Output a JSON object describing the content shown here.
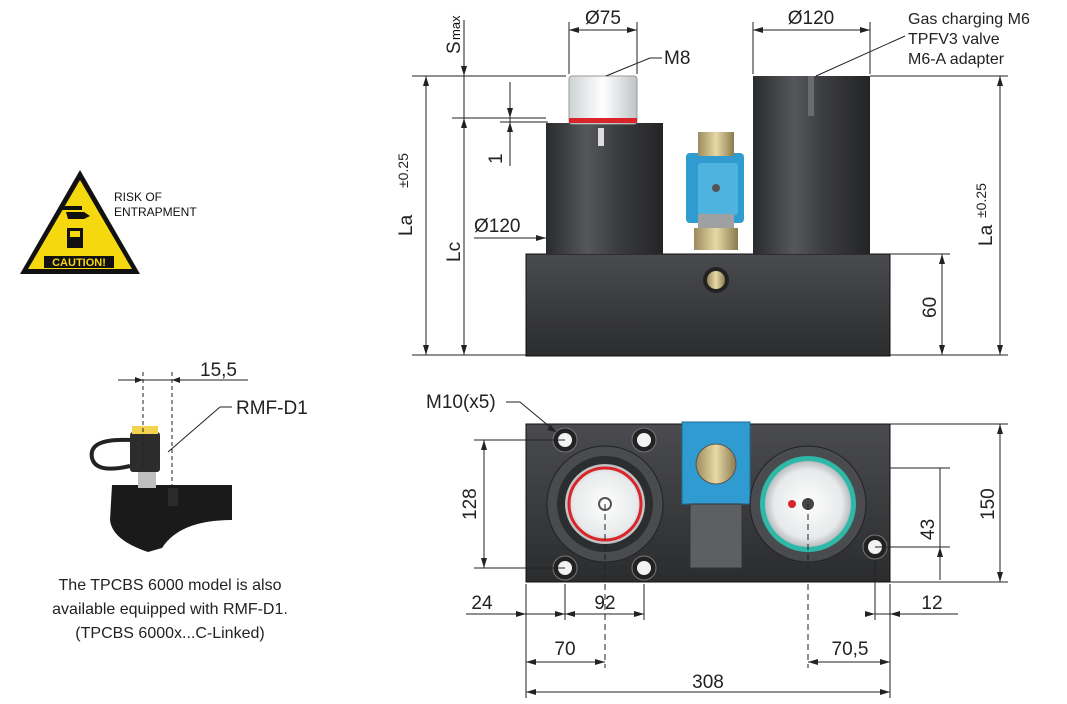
{
  "warning": {
    "risk_line1": "RISK OF",
    "risk_line2": "ENTRAPMENT",
    "caution": "CAUTION!"
  },
  "front_view": {
    "smax_main": "S",
    "smax_sub": "max",
    "d75": "Ø75",
    "m8": "M8",
    "d120_top": "Ø120",
    "valve_note_1": "Gas charging M6",
    "valve_note_2": "TPFV3 valve",
    "valve_note_3": "M6-A adapter",
    "tol_left": "±0.25",
    "la_left": "La",
    "lc": "Lc",
    "one": "1",
    "d120_left": "Ø120",
    "sixty": "60",
    "la_right": "La",
    "tol_right": "±0.25"
  },
  "rmf": {
    "dim": "15,5",
    "label": "RMF-D1",
    "note_1": "The TPCBS 6000 model is also",
    "note_2": "available equipped with RMF-D1.",
    "note_3": "(TPCBS 6000x...C-Linked)"
  },
  "top_view": {
    "m10": "M10(x5)",
    "d128": "128",
    "d43": "43",
    "d150": "150",
    "d24": "24",
    "d92": "92",
    "d12": "12",
    "d70": "70",
    "d70_5": "70,5",
    "d308": "308"
  },
  "colors": {
    "body_dark": "#3a3b3d",
    "warning_yellow": "#f6d80e",
    "valve_blue": "#2f9bd0",
    "seal_red": "#d9252a",
    "seal_teal": "#2fb7a8"
  }
}
